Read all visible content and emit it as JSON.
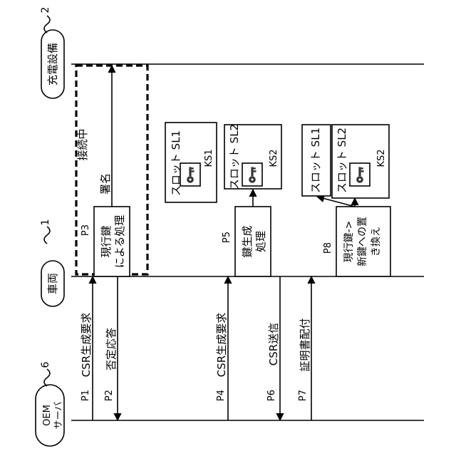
{
  "entities": {
    "charger": {
      "label": "充電設備",
      "ref": "2"
    },
    "vehicle": {
      "label": "車両",
      "ref": "1"
    },
    "oem": {
      "label1": "OEM",
      "label2": "サーバ",
      "ref": "6"
    }
  },
  "steps": {
    "p1": {
      "id": "P1",
      "label": "CSR生成要求"
    },
    "p2": {
      "id": "P2",
      "label": "否定応答"
    },
    "p3": {
      "id": "P3",
      "line1": "現行鍵",
      "line2": "による処理"
    },
    "signature": "署名",
    "connecting": "接続中",
    "p4": {
      "id": "P4",
      "label": "CSR生成要求"
    },
    "p5": {
      "id": "P5",
      "line1": "鍵生成",
      "line2": "処理"
    },
    "p6": {
      "id": "P6",
      "label": "CSR送信"
    },
    "p7": {
      "id": "P7",
      "label": "証明書配付"
    },
    "p8": {
      "id": "P8",
      "line1": "現行鍵->",
      "line2": "新鍵への置",
      "line3": "き換え"
    }
  },
  "slots": {
    "a_sl1": "スロット SL1",
    "a_ks1": "KS1",
    "b_sl2": "スロット SL2",
    "b_ks2": "KS2",
    "c_sl1": "スロット SL1",
    "c_sl2": "スロット SL2",
    "c_ks2": "KS2"
  }
}
